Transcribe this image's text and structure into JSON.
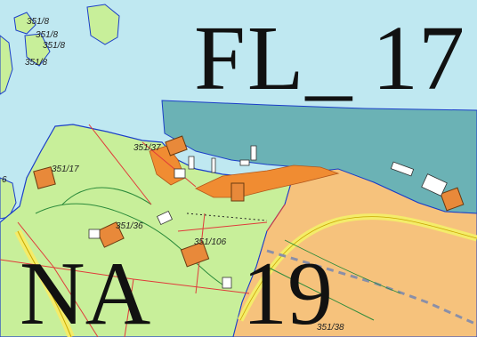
{
  "map": {
    "zone_labels": {
      "fl_prefix": "FL_",
      "fl_number": "17",
      "na_prefix": "NA",
      "na_number": "19"
    },
    "parcels": {
      "p1": "351/8",
      "p2": "351/8",
      "p3": "351/8",
      "p4": "351/8",
      "p5": "351/17",
      "p6": "351/37",
      "p7": "351/36",
      "p8": "351/106",
      "p9": "351/38",
      "p10": "6"
    },
    "colors": {
      "sea": "#bfe8f1",
      "deep_water": "#6bb2b5",
      "green_zone": "#c8ef9a",
      "orange_zone": "#f6c27c",
      "building": "#e8893a",
      "pier": "#f08c32",
      "road": "#f4ec6a",
      "shore_line": "#1b3ec9",
      "boundary": "#e03a3a"
    }
  }
}
